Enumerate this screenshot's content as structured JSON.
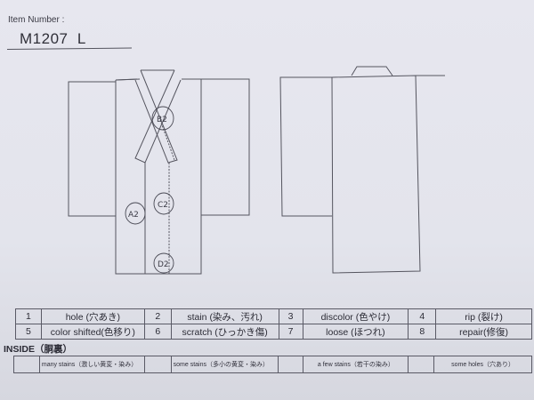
{
  "header": {
    "item_number_label": "Item Number :",
    "item_number_value": "M1207  L"
  },
  "diagram": {
    "front_view_markers": [
      {
        "id": "B2",
        "label": "B2",
        "location": "collar crossing"
      },
      {
        "id": "A2",
        "label": "A2",
        "location": "left front panel"
      },
      {
        "id": "C2",
        "label": "C2",
        "location": "center front"
      },
      {
        "id": "D2",
        "label": "D2",
        "location": "lower center front"
      }
    ],
    "back_view_markers": []
  },
  "legend": {
    "rows": [
      [
        {
          "num": "1",
          "label": "hole (穴あき)"
        },
        {
          "num": "2",
          "label": "stain (染み、汚れ)"
        },
        {
          "num": "3",
          "label": "discolor (色やけ)"
        },
        {
          "num": "4",
          "label": "rip (裂け)"
        }
      ],
      [
        {
          "num": "5",
          "label": "color shifted(色移り)"
        },
        {
          "num": "6",
          "label": "scratch (ひっかき傷)"
        },
        {
          "num": "7",
          "label": "loose (ほつれ)"
        },
        {
          "num": "8",
          "label": "repair(修復)"
        }
      ]
    ]
  },
  "inside": {
    "title": "INSIDE（胴裏）",
    "options": [
      {
        "check": "",
        "label": "many stains（激しい黄変・染み）"
      },
      {
        "check": "",
        "label": "some stains（多小の黄変・染み）"
      },
      {
        "check": "",
        "label": "a few stains（若干の染み）"
      },
      {
        "check": "",
        "label": "some holes（穴あり）"
      }
    ]
  },
  "colors": {
    "paper": "#e5e6ee",
    "ink": "#55555f"
  }
}
